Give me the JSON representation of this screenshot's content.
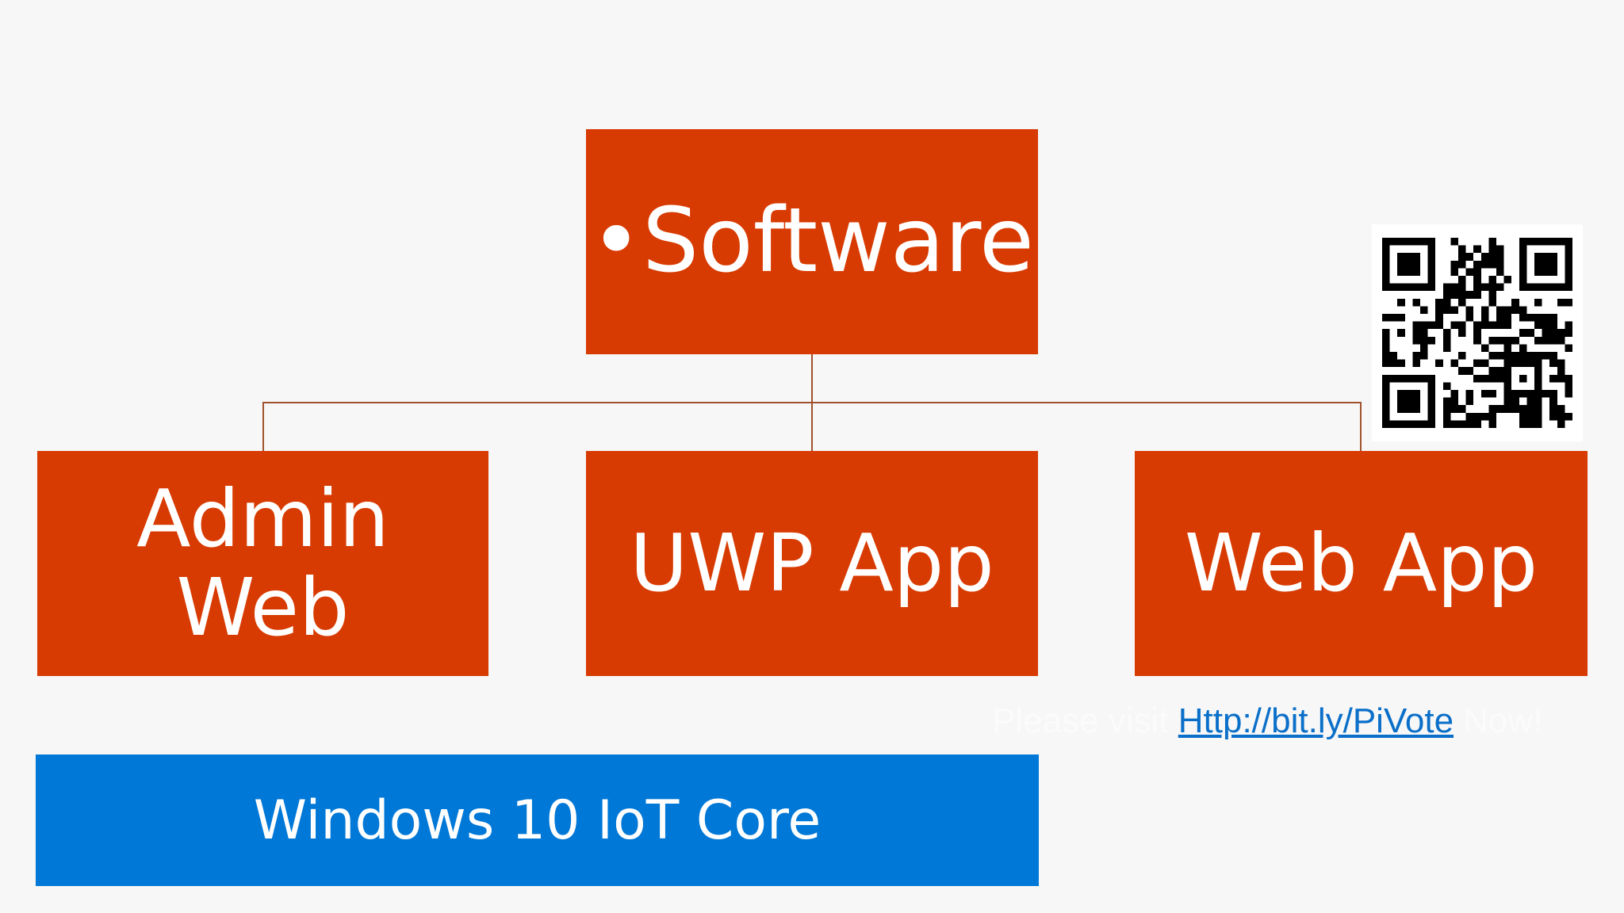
{
  "diagram": {
    "root": {
      "label": "•Software"
    },
    "children": [
      {
        "label": "Admin Web"
      },
      {
        "label": "UWP App"
      },
      {
        "label": "Web App"
      }
    ],
    "platform": {
      "label": "Windows 10 IoT Core"
    }
  },
  "footer": {
    "prefix": "Please visit ",
    "link": "Http://bit.ly/PiVote",
    "suffix": " Now!"
  },
  "qr_code": {
    "icon": "qr-code-icon"
  },
  "colors": {
    "box": "#d83b01",
    "platform": "#0078d7",
    "link": "#0a6fc9",
    "connector": "#a0522d"
  }
}
